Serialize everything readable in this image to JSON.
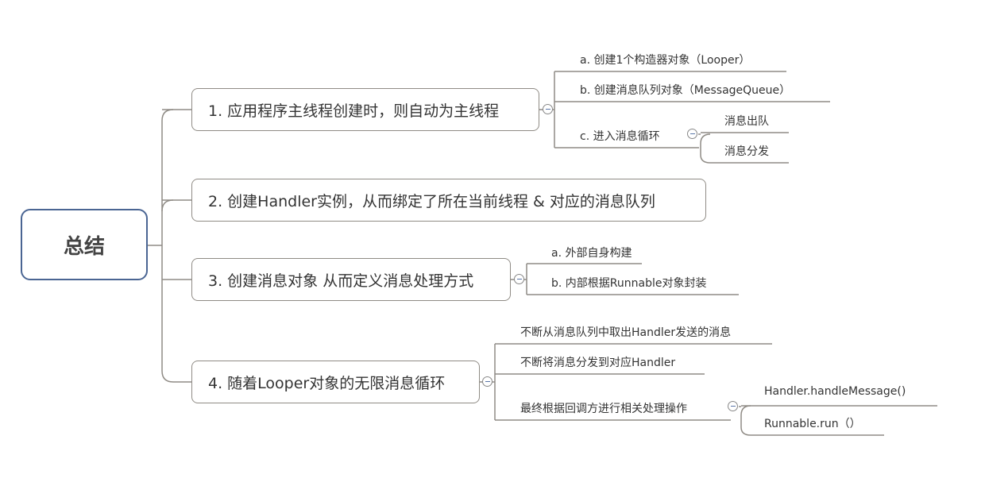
{
  "central_topic": "总结",
  "topics": [
    {
      "label": "1. 应用程序主线程创建时，则自动为主线程",
      "children": [
        {
          "label": "a. 创建1个构造器对象（Looper）"
        },
        {
          "label": "b. 创建消息队列对象（MessageQueue）"
        },
        {
          "label": "c. 进入消息循环",
          "children": [
            {
              "label": "消息出队"
            },
            {
              "label": "消息分发"
            }
          ]
        }
      ]
    },
    {
      "label": "2. 创建Handler实例，从而绑定了所在当前线程 & 对应的消息队列",
      "children": []
    },
    {
      "label": "3. 创建消息对象 从而定义消息处理方式",
      "children": [
        {
          "label": "a. 外部自身构建"
        },
        {
          "label": "b. 内部根据Runnable对象封装"
        }
      ]
    },
    {
      "label": "4. 随着Looper对象的无限消息循环",
      "children": [
        {
          "label": "不断从消息队列中取出Handler发送的消息"
        },
        {
          "label": "不断将消息分发到对应Handler"
        },
        {
          "label": "最终根据回调方进行相关处理操作",
          "children": [
            {
              "label": "Handler.handleMessage()"
            },
            {
              "label": "Runnable.run（）"
            }
          ]
        }
      ]
    }
  ],
  "colors": {
    "central_border": "#4a6593",
    "topic_border": "#8f8b85",
    "connector": "#8f8b85",
    "collapse_minus": "#5a76a8"
  }
}
